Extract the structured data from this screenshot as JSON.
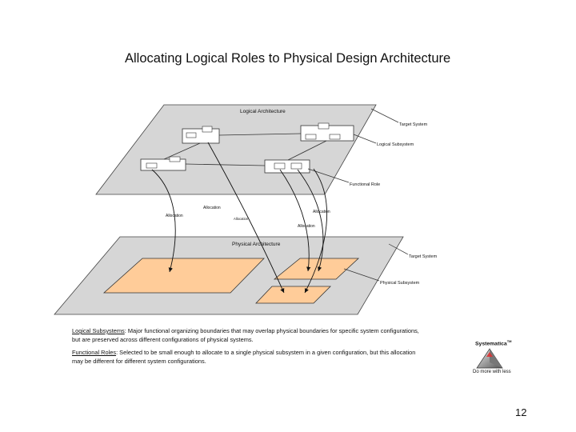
{
  "slide": {
    "title": "Allocating Logical Roles to Physical Design Architecture",
    "page_number": "12"
  },
  "diagram": {
    "logical_plane": {
      "label": "Logical Architecture",
      "callouts": {
        "target_system": "Target System",
        "logical_subsystem": "Logical Subsystem",
        "functional_role": "Functional Role"
      }
    },
    "physical_plane": {
      "label": "Physical Architecture",
      "callouts": {
        "target_system": "Target System",
        "physical_subsystem": "Physical Subsystem"
      }
    },
    "allocation_labels": [
      "Allocation",
      "Allocation",
      "Allocation",
      "Allocation",
      "Allocation"
    ],
    "colors": {
      "plane_fill": "#d6d6d6",
      "physical_subsystem_fill": "#ffcc99"
    }
  },
  "definitions": [
    {
      "term": "Logical Subsystems",
      "text": ": Major functional organizing boundaries that may overlap physical boundaries for specific system configurations, but are preserved across different configurations of physical systems."
    },
    {
      "term": "Functional Roles",
      "text": ": Selected to be small enough to allocate to a single physical subsystem in a given configuration, but this allocation may be different for different system configurations."
    }
  ],
  "logo": {
    "name": "Systematica",
    "trademark": "TM",
    "tagline": "Do more with less"
  }
}
